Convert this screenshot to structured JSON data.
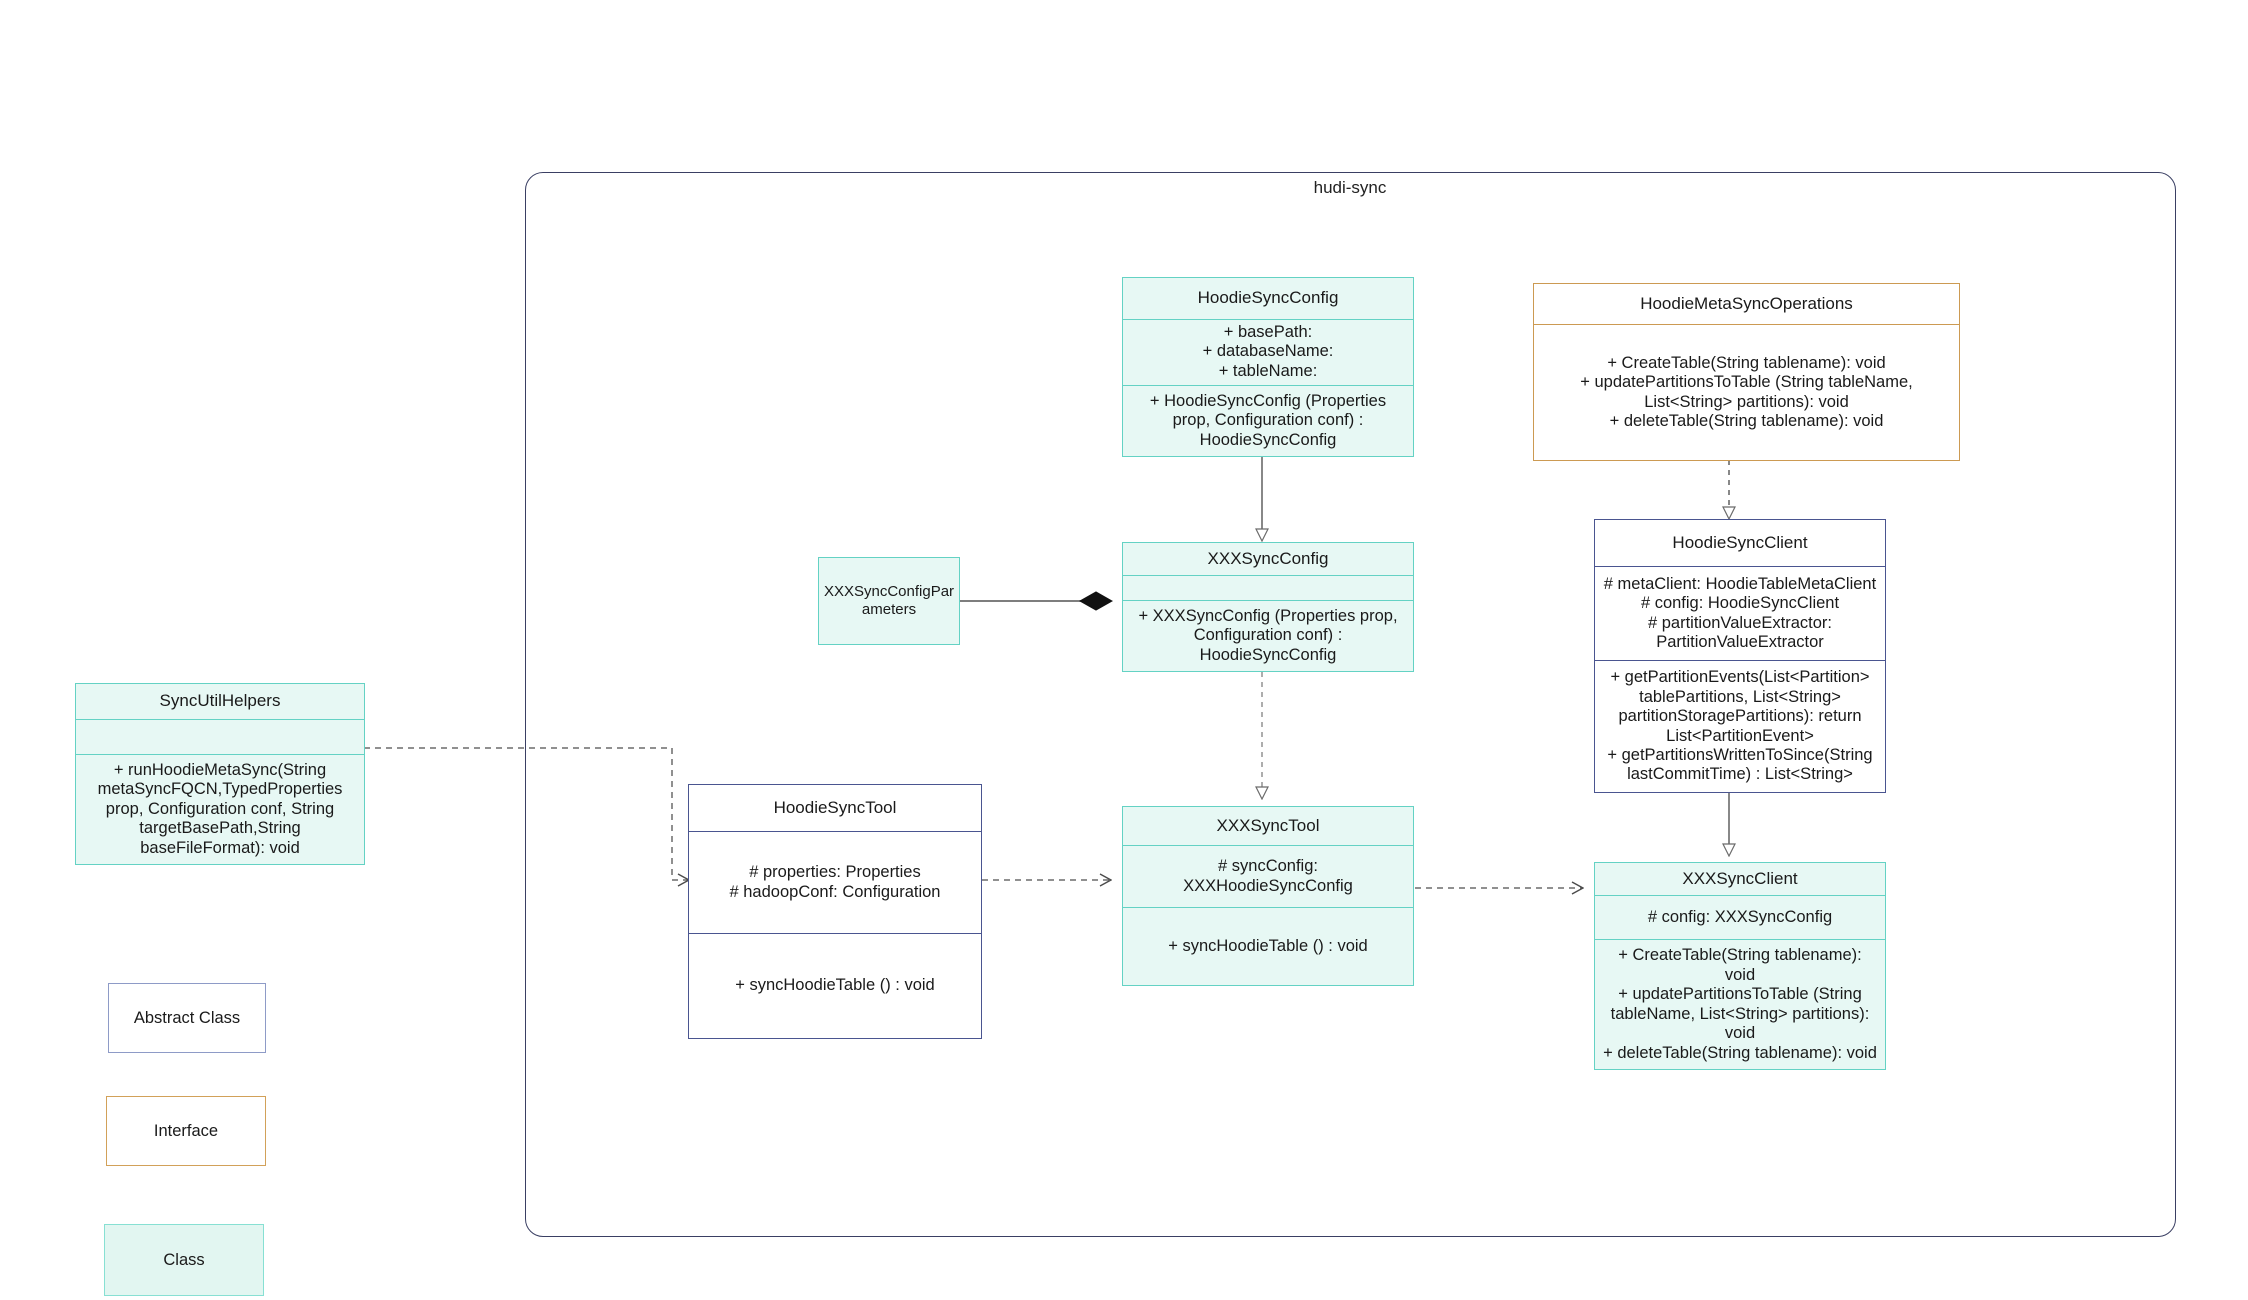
{
  "package": {
    "title": "hudi-sync"
  },
  "classes": {
    "hoodie_sync_config": {
      "name": "HoodieSyncConfig",
      "attributes": "+   basePath:\n+   databaseName:\n+   tableName:",
      "methods": "+   HoodieSyncConfig (Properties prop, Configuration conf) : HoodieSyncConfig"
    },
    "hoodie_meta_sync_operations": {
      "name": "HoodieMetaSyncOperations",
      "methods": "+     CreateTable(String tablename): void\n+   updatePartitionsToTable (String tableName, List<String> partitions): void\n+     deleteTable(String tablename): void"
    },
    "xxx_sync_config_parameters": {
      "name": "XXXSyncConfigPar\nameters"
    },
    "xxx_sync_config": {
      "name": "XXXSyncConfig",
      "attributes": "",
      "methods": "+   XXXSyncConfig (Properties prop, Configuration conf) : HoodieSyncConfig"
    },
    "hoodie_sync_client": {
      "name": "HoodieSyncClient",
      "attributes": "#   metaClient: HoodieTableMetaClient\n#   config: HoodieSyncClient\n#    partitionValueExtractor: PartitionValueExtractor",
      "methods": "+   getPartitionEvents(List<Partition> tablePartitions, List<String> partitionStoragePartitions): return List<PartitionEvent>\n+   getPartitionsWrittenToSince(String lastCommitTime) : List<String>"
    },
    "sync_util_helpers": {
      "name": "SyncUtilHelpers",
      "attributes": "",
      "methods": "+     runHoodieMetaSync(String metaSyncFQCN,TypedProperties prop, Configuration conf, String targetBasePath,String baseFileFormat): void"
    },
    "hoodie_sync_tool": {
      "name": "HoodieSyncTool",
      "attributes": "#   properties: Properties\n#   hadoopConf: Configuration",
      "methods": "+   syncHoodieTable () : void"
    },
    "xxx_sync_tool": {
      "name": "XXXSyncTool",
      "attributes": "#   syncConfig: XXXHoodieSyncConfig",
      "methods": "+   syncHoodieTable () : void"
    },
    "xxx_sync_client": {
      "name": "XXXSyncClient",
      "attributes": "#   config: XXXSyncConfig",
      "methods": "+     CreateTable(String tablename): void\n+     updatePartitionsToTable (String tableName, List<String> partitions): void\n+   deleteTable(String tablename): void"
    }
  },
  "legend": {
    "abstract_class": "Abstract Class",
    "interface": "Interface",
    "class": "Class"
  },
  "colors": {
    "class_fill": "#e7f8f4",
    "class_border": "#64d2c4",
    "abstract_border": "#4a5590",
    "interface_border": "#cc9a52",
    "package_border": "#3a3f63",
    "connector": "#6b6b6b"
  }
}
